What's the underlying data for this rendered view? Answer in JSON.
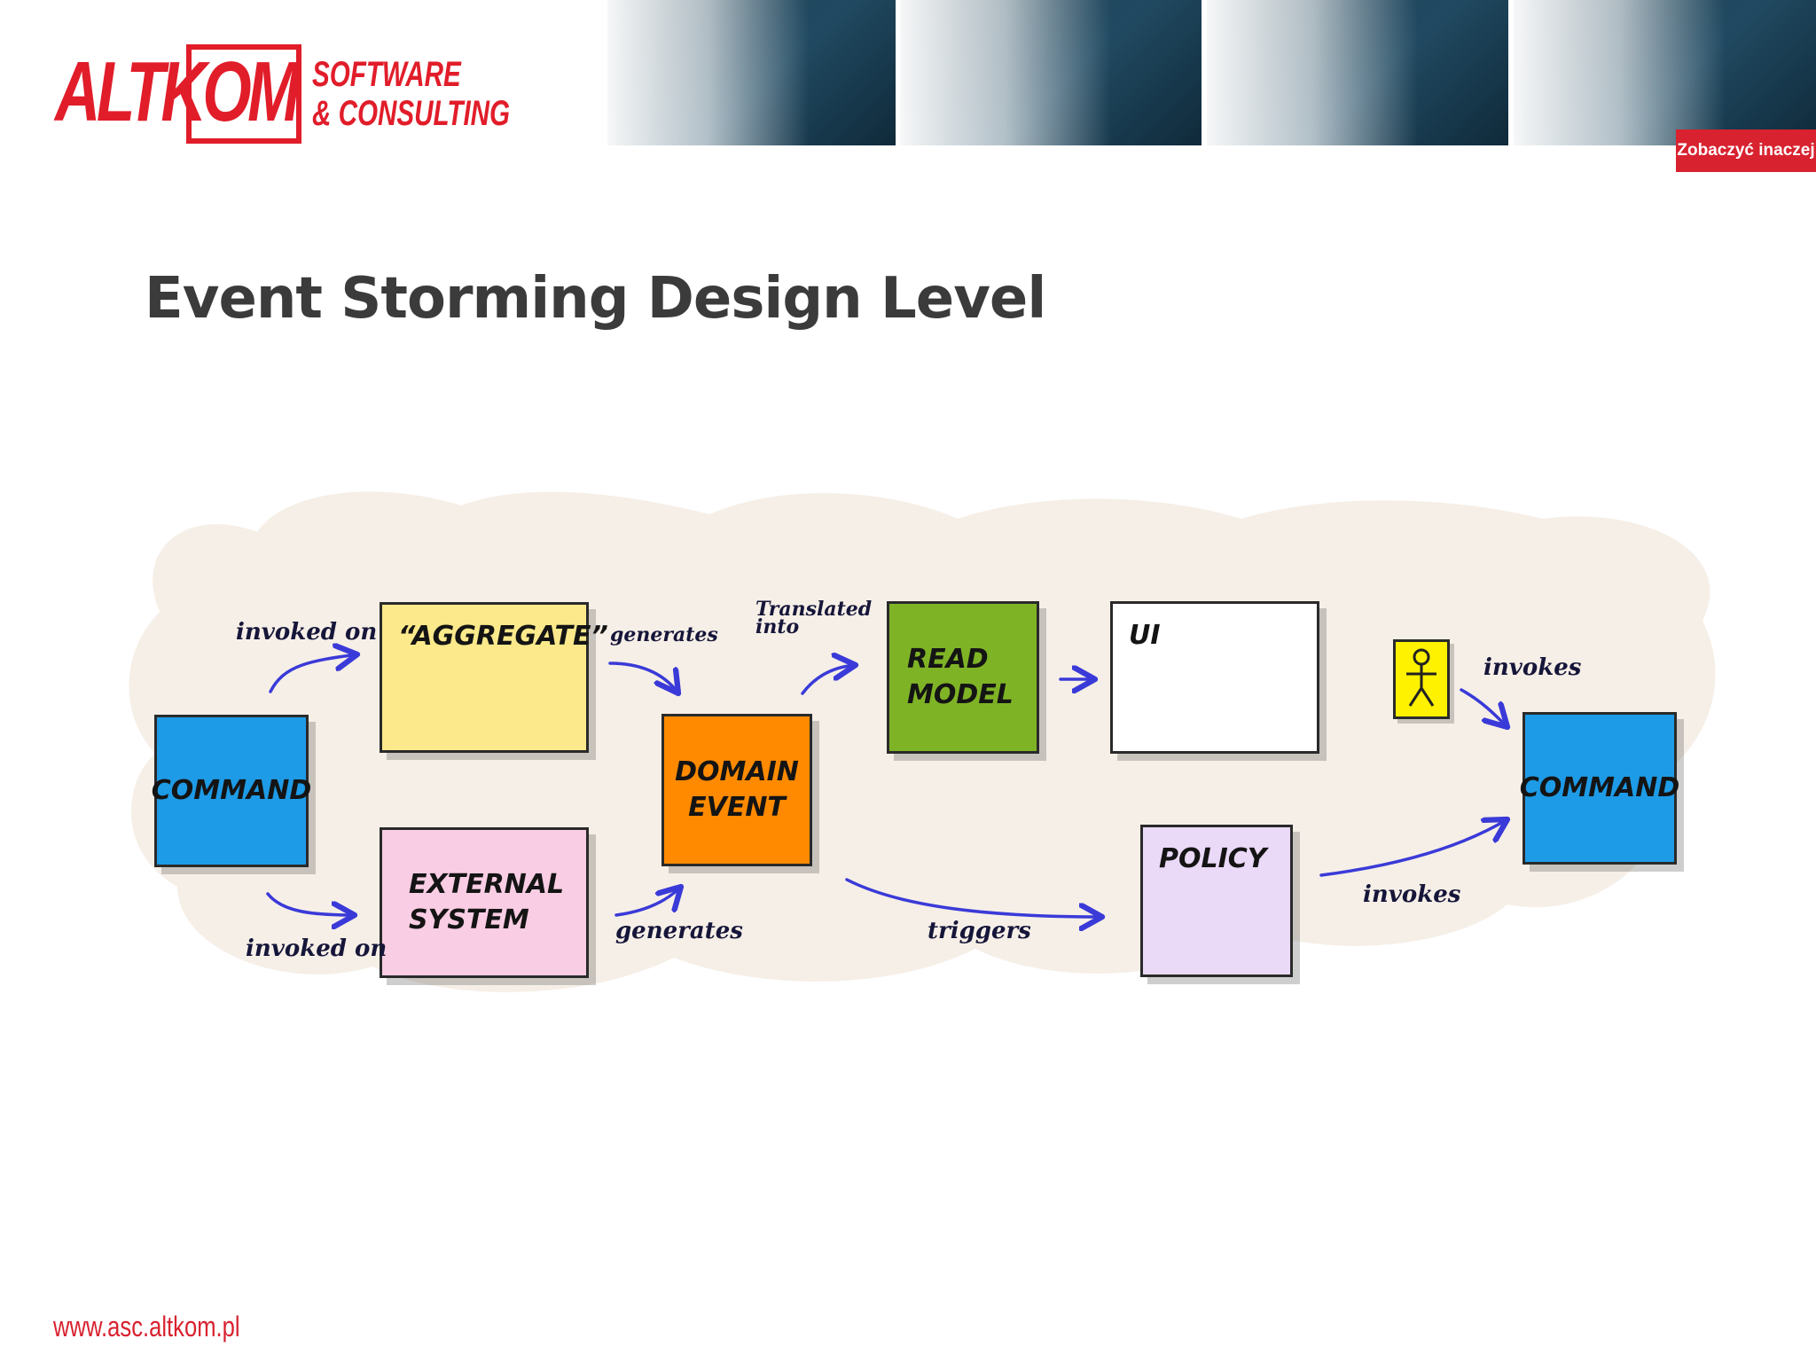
{
  "header": {
    "logo": {
      "main": "ALTKOM",
      "sub_line1": "SOFTWARE",
      "sub_line2": "& CONSULTING"
    },
    "tagline": "Zobaczyć inaczej"
  },
  "slide": {
    "title": "Event Storming Design Level"
  },
  "diagram": {
    "notes": {
      "command_left": "COMMAND",
      "aggregate": "“AGGREGATE”",
      "external_system": "EXTERNAL\nSYSTEM",
      "domain_event": "DOMAIN\nEVENT",
      "read_model": "READ\nMODEL",
      "ui": "UI",
      "policy": "POLICY",
      "command_right": "COMMAND"
    },
    "labels": {
      "invoked_on_top": "invoked on",
      "invoked_on_bottom": "invoked on",
      "generates_top": "generates",
      "generates_bottom": "generates",
      "translated_into": "Translated\ninto",
      "triggers": "triggers",
      "invokes_actor": "invokes",
      "invokes_policy": "invokes"
    },
    "colors": {
      "command": "#1e9be6",
      "aggregate": "#fbe98b",
      "external_system": "#f9cde3",
      "domain_event": "#ff8a00",
      "read_model": "#7fb326",
      "ui": "#ffffff",
      "policy": "#ead9f7",
      "actor": "#fff200",
      "arrow": "#3a3ad8",
      "cloud": "#f6efe7"
    }
  },
  "footer": {
    "url": "www.asc.altkom.pl"
  }
}
